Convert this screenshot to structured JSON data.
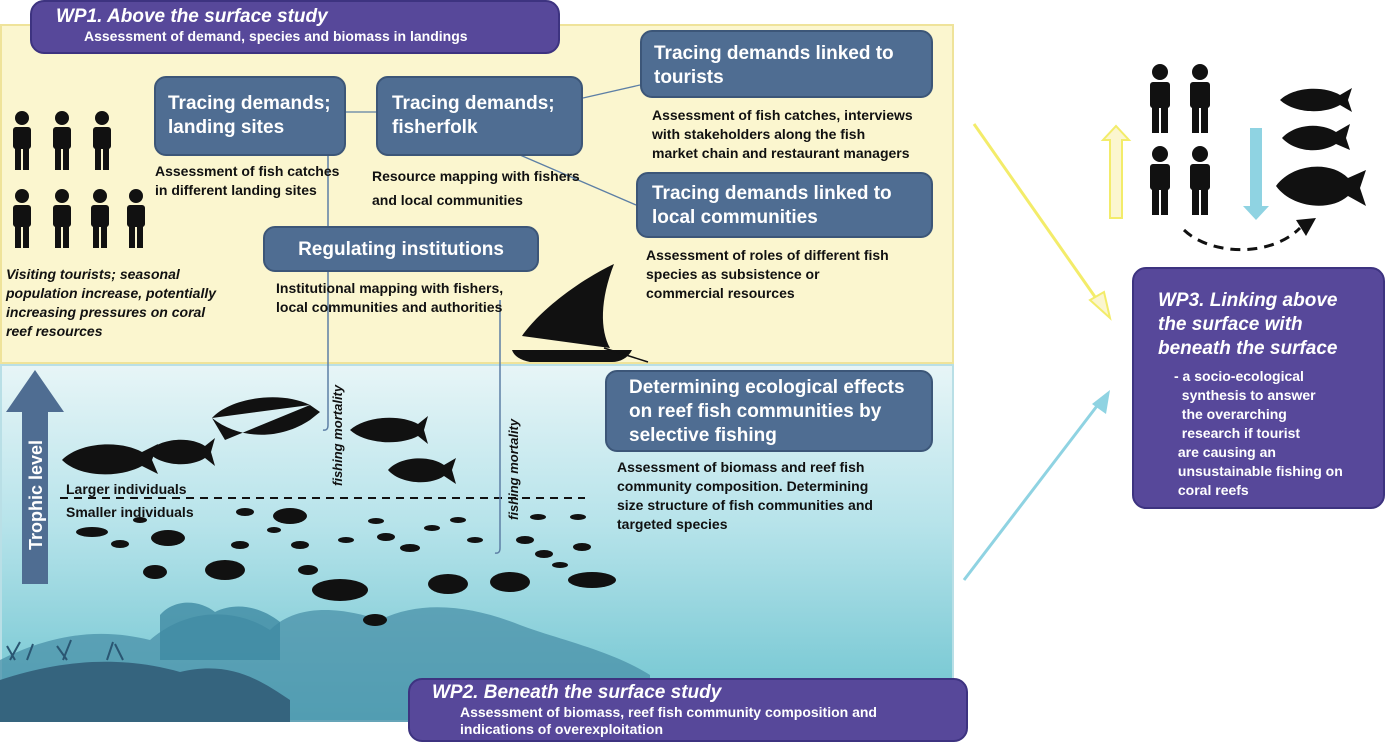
{
  "wp1": {
    "title": "WP1. Above the surface study",
    "subtitle": "Assessment of demand, species and biomass in landings"
  },
  "nodes": {
    "landing": {
      "label": "Tracing demands;\nlanding sites",
      "desc": "Assessment of fish catches\nin different landing sites"
    },
    "fisherfolk": {
      "label": "Tracing demands;\nfisherfolk",
      "desc": "Resource mapping with fishers\nand local communities"
    },
    "tourists": {
      "label": "Tracing demands linked to\n tourists",
      "desc": "Assessment of fish catches, interviews\nwith stakeholders along the fish\nmarket chain and restaurant managers"
    },
    "communities": {
      "label": "Tracing demands linked to\nlocal communities",
      "desc": "Assessment of roles of different fish\nspecies as subsistence or\ncommercial resources"
    },
    "institutions": {
      "label": "Regulating institutions",
      "desc": "Institutional mapping with fishers,\nlocal communities and authorities"
    },
    "ecology": {
      "label": "Determining ecological effects\non reef fish communities by\nselective fishing",
      "desc": "Assessment of biomass and reef fish\ncommunity composition. Determining\nsize structure of fish communities and\ntargeted species"
    }
  },
  "tourists_caption": "Visiting tourists; seasonal\npopulation increase, potentially\nincreasing pressures on coral\nreef resources",
  "fishing_mortality_label": "fishing mortality",
  "trophic_label": "Trophic level",
  "larger_label": "Larger individuals",
  "smaller_label": "Smaller individuals",
  "wp2": {
    "title": "WP2. Beneath the surface study",
    "subtitle": "Assessment of biomass, reef fish community composition and\nindications of overexploitation"
  },
  "wp3": {
    "title": "WP3. Linking above\nthe surface with\nbeneath the surface",
    "body": "- a socio-ecological\n  synthesis to answer\n  the overarching\n  research if tourist\n are causing an\n unsustainable fishing on\n coral reefs"
  },
  "colors": {
    "wp_purple": "#57489a",
    "node_blue": "#4f6d92",
    "yellow_panel": "#fbf6cf",
    "sea": "#6cc3cf",
    "arrow_yellow": "#f3ec6a",
    "arrow_cyan": "#8fd3e2"
  }
}
